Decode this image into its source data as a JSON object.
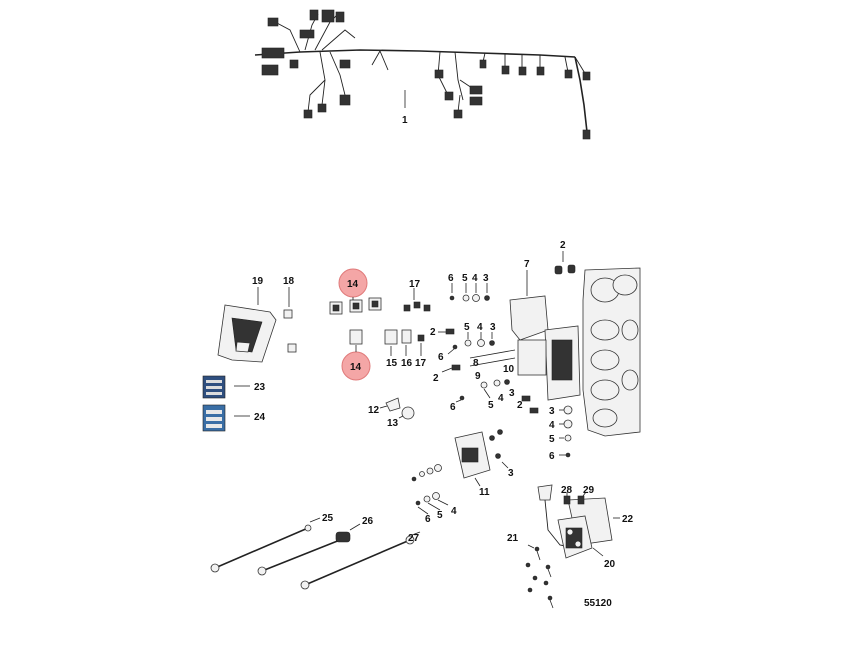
{
  "figure_number": "55120",
  "highlight_color": "#f4a6a6",
  "callouts": {
    "c1": "1",
    "c2a": "2",
    "c2b": "2",
    "c2c": "2",
    "c3a": "3",
    "c3b": "3",
    "c3c": "3",
    "c3d": "3",
    "c4a": "4",
    "c4b": "4",
    "c4c": "4",
    "c4d": "4",
    "c5a": "5",
    "c5b": "5",
    "c5c": "5",
    "c5d": "5",
    "c5e": "5",
    "c6a": "6",
    "c6b": "6",
    "c6c": "6",
    "c6d": "6",
    "c6e": "6",
    "c7": "7",
    "c8": "8",
    "c9": "9",
    "c10": "10",
    "c11": "11",
    "c12": "12",
    "c13": "13",
    "c14a": "14",
    "c14b": "14",
    "c15": "15",
    "c16": "16",
    "c17a": "17",
    "c17b": "17",
    "c18": "18",
    "c19": "19",
    "c20": "20",
    "c21": "21",
    "c22": "22",
    "c23": "23",
    "c24": "24",
    "c25": "25",
    "c26": "26",
    "c27": "27",
    "c28": "28",
    "c29": "29"
  }
}
